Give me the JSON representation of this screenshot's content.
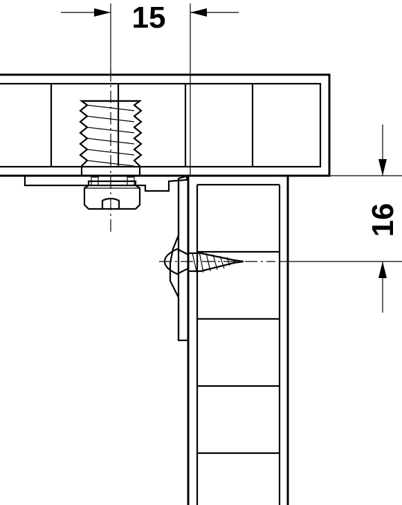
{
  "diagram": {
    "dimensions": [
      {
        "id": "horizontal",
        "value": "15"
      },
      {
        "id": "vertical",
        "value": "16"
      }
    ],
    "colors": {
      "line": "#000000",
      "background": "#ffffff"
    }
  }
}
